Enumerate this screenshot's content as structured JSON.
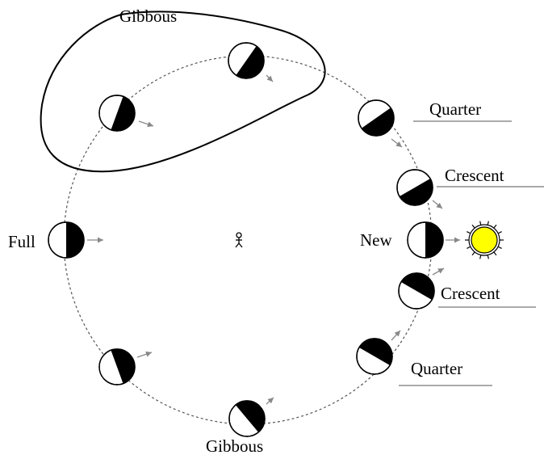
{
  "labels": {
    "gibbous_top": "Gibbous",
    "quarter_upper": "Quarter",
    "crescent_upper": "Crescent",
    "full": "Full",
    "new": "New",
    "crescent_lower": "Crescent",
    "quarter_lower": "Quarter",
    "gibbous_bottom": "Gibbous"
  },
  "colors": {
    "sun_fill": "#FFFF00",
    "moon_dark": "#000000",
    "arrow": "#888888",
    "orbit": "#555555"
  },
  "icons": {
    "observer": "stick-figure-icon",
    "sun": "sun-icon"
  },
  "moon_phases": [
    "gibbous",
    "gibbous",
    "quarter",
    "crescent",
    "new",
    "crescent",
    "quarter",
    "gibbous",
    "full",
    "gibbous"
  ]
}
